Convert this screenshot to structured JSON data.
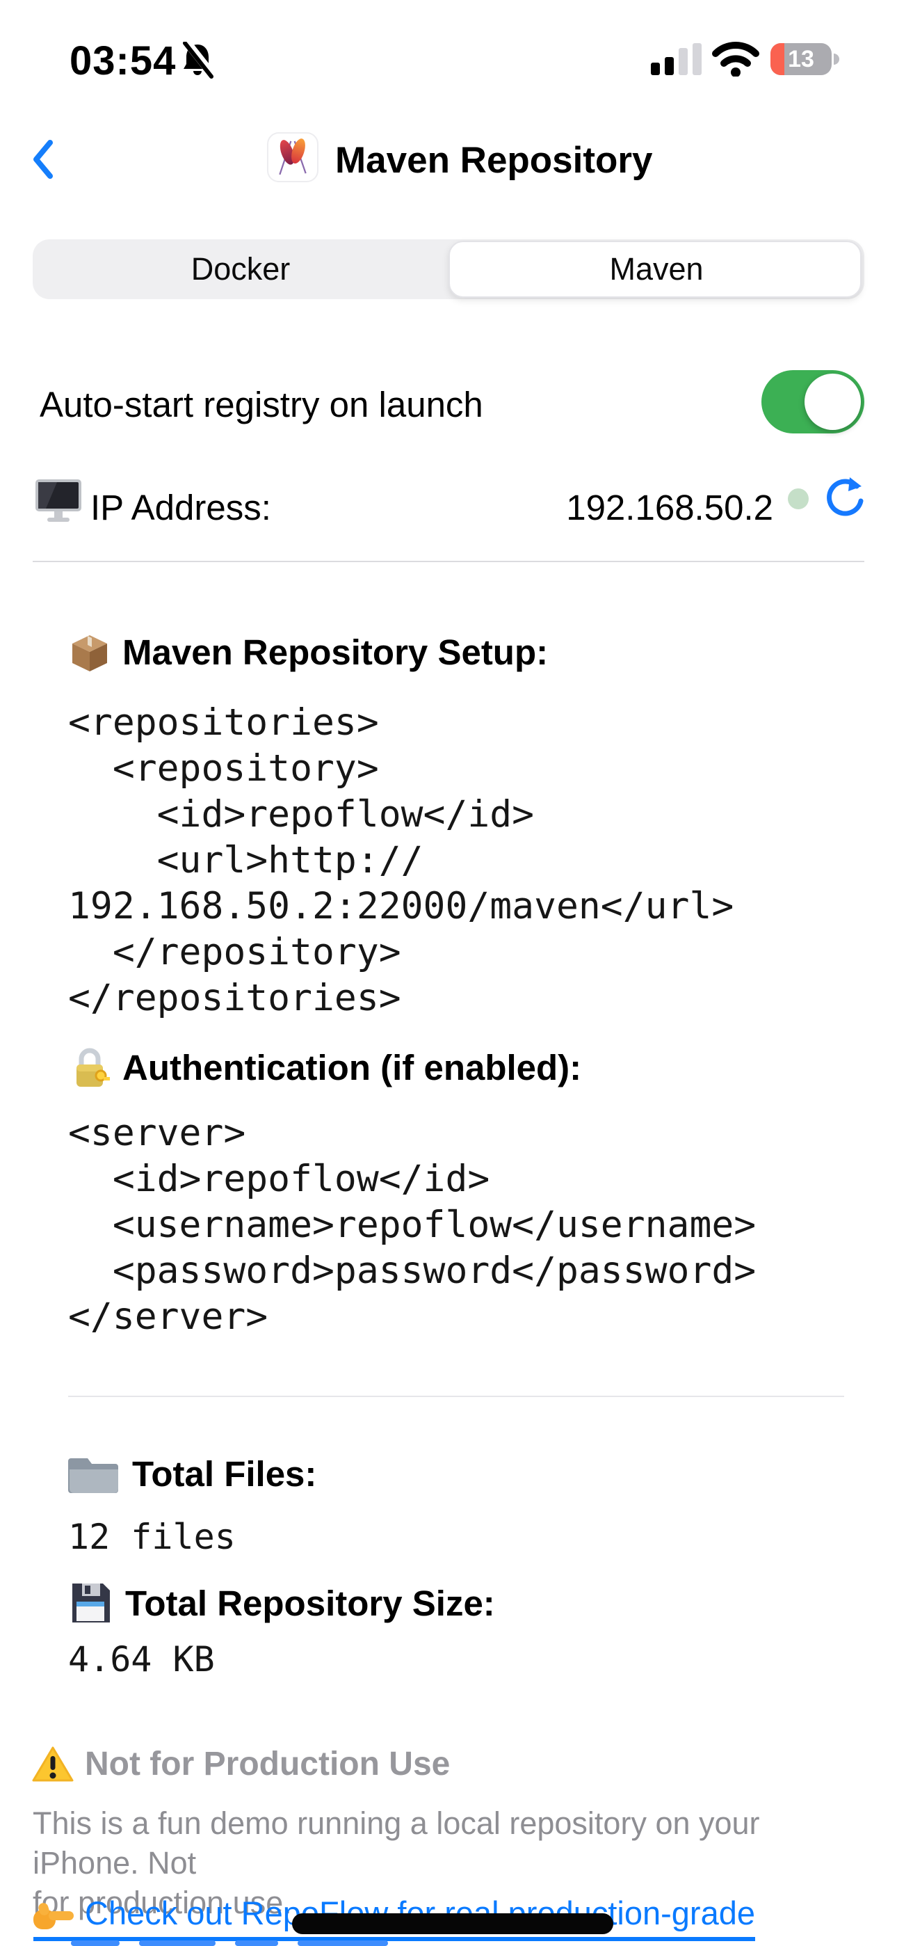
{
  "status_bar": {
    "time": "03:54",
    "battery_level": "13"
  },
  "header": {
    "title": "Maven Repository"
  },
  "segmented": {
    "options": [
      "Docker",
      "Maven"
    ],
    "selected": "Maven"
  },
  "autostart": {
    "label": "Auto-start registry on launch",
    "enabled": true
  },
  "ip": {
    "label": "IP Address:",
    "value": "192.168.50.2",
    "status": "online"
  },
  "setup": {
    "heading": "Maven Repository Setup:",
    "code": "<repositories>\n  <repository>\n    <id>repoflow</id>\n    <url>http://\n192.168.50.2:22000/maven</url>\n  </repository>\n</repositories>"
  },
  "auth": {
    "heading": "Authentication (if enabled):",
    "code": "<server>\n  <id>repoflow</id>\n  <username>repoflow</username>\n  <password>password</password>\n</server>"
  },
  "stats": {
    "files_label": "Total Files:",
    "files_value": "12 files",
    "size_label": "Total Repository Size:",
    "size_value": "4.64 KB"
  },
  "warning": {
    "heading": "Not for Production Use",
    "body_lines": [
      "This is a fun demo running a local repository on your iPhone. Not",
      "for production use."
    ],
    "link_text": "Check out RepoFlow for real production-grade"
  },
  "colors": {
    "accent_blue": "#0A7AFF",
    "toggle_green": "#3CB054",
    "battery_red": "#FA6250",
    "status_dot_green": "#C5DFC8",
    "warning_gray": "#97979C"
  }
}
